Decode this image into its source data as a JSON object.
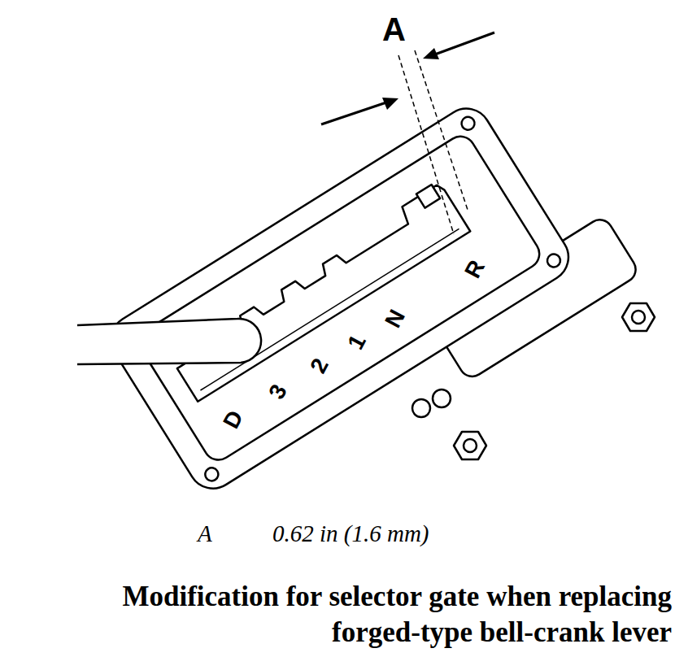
{
  "diagram": {
    "caption": "Modification for selector gate when replacing forged-type bell-crank lever",
    "labels": [
      "A",
      "D",
      "3",
      "2",
      "1",
      "N",
      "R",
      "A",
      "0.62 in (1.6 mm)"
    ]
  }
}
